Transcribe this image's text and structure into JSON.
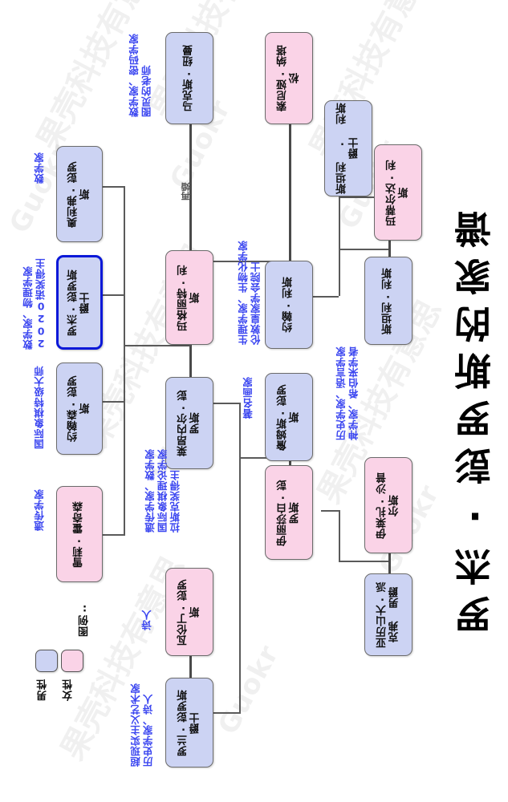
{
  "title": "罗杰·彭罗斯的家谱",
  "legend": {
    "label": "图例:",
    "male_label": "男性",
    "female_label": "女性",
    "male_color": "#ccd3f3",
    "female_color": "#fad3e7"
  },
  "colors": {
    "male": "#ccd3f3",
    "female": "#fad3e7",
    "highlight_border": "#0a18d8",
    "annotation": "#3b46f0",
    "line": "#5a5a5a"
  },
  "edge_labels": {
    "remarried": "再婚"
  },
  "people": [
    {
      "id": "max_newman",
      "name": "马克斯·纽曼",
      "sex": "male",
      "highlight": false
    },
    {
      "id": "sonia_natanson",
      "name": "索尼娅·纳塔\n松",
      "sex": "female",
      "highlight": false
    },
    {
      "id": "stanley_lees_sir",
      "name": "斯坦利 · 利斯\n爵士",
      "sex": "male",
      "highlight": false
    },
    {
      "id": "matilda_lees",
      "name": "玛蒂尔达·利\n斯",
      "sex": "female",
      "highlight": false
    },
    {
      "id": "oliver_penrose",
      "name": "奥利弗·彭罗\n斯",
      "sex": "male",
      "highlight": false
    },
    {
      "id": "roger_penrose",
      "name": "罗杰·彭罗斯\n爵士",
      "sex": "male",
      "highlight": true
    },
    {
      "id": "margaret_lees",
      "name": "玛格丽特·利\n斯",
      "sex": "female",
      "highlight": false
    },
    {
      "id": "john_lees",
      "name": "约翰·利斯",
      "sex": "male",
      "highlight": false
    },
    {
      "id": "stanley_lees",
      "name": "斯坦利·利斯",
      "sex": "male",
      "highlight": false
    },
    {
      "id": "jonathan_penrose",
      "name": "约翰森·彭罗\n斯",
      "sex": "male",
      "highlight": false
    },
    {
      "id": "lionel_penrose",
      "name": "莱昂内尔·彭\n罗斯",
      "sex": "male",
      "highlight": false
    },
    {
      "id": "james_penrose",
      "name": "詹姆斯·彭罗\n斯",
      "sex": "male",
      "highlight": false
    },
    {
      "id": "shirley_hodgson",
      "name": "雪莉·霍奇森",
      "sex": "female",
      "highlight": false
    },
    {
      "id": "elizabeth_penrose",
      "name": "伊丽莎白·彭\n罗斯",
      "sex": "female",
      "highlight": false
    },
    {
      "id": "eliza_sharples",
      "name": "伊莱扎·沙普\n尔斯",
      "sex": "female",
      "highlight": false
    },
    {
      "id": "alexander_peckover",
      "name": "亚历山大·派\n克弗 男爵",
      "sex": "male",
      "highlight": false
    },
    {
      "id": "valentine_penrose",
      "name": "瓦伦丁·彭罗\n斯",
      "sex": "female",
      "highlight": false
    },
    {
      "id": "roland_penrose",
      "name": "罗兰·彭罗斯\n爵士",
      "sex": "male",
      "highlight": false
    }
  ],
  "annotations": [
    {
      "id": "anno_max_newman",
      "text": "数学家、密码学家\n图灵的老师"
    },
    {
      "id": "anno_oliver_penrose",
      "text": "数学家"
    },
    {
      "id": "anno_roger_penrose",
      "text": "数学家、物理学家\n2020诺奖得主"
    },
    {
      "id": "anno_jonathan_penrose",
      "text": "国际象棋特级大师"
    },
    {
      "id": "anno_shirley_hodgson",
      "text": "遗传学家"
    },
    {
      "id": "anno_john_lees",
      "text": "生理学家、生物化学家\n伦敦皇家学会院士"
    },
    {
      "id": "anno_stanley_lees",
      "text": "历史学家、语言学家\n神学家、希伯来学者"
    },
    {
      "id": "anno_lionel_penrose",
      "text": "遗传学家、数学家\n国际象棋理论学家\n拉斯克奖得主"
    },
    {
      "id": "anno_james_penrose",
      "text": "著名画家"
    },
    {
      "id": "anno_valentine_penrose",
      "text": "诗人"
    },
    {
      "id": "anno_roland_penrose",
      "text": "超现实主义艺术家\n历史学家、诗人"
    }
  ],
  "watermarks": [
    "果壳科技有意思",
    "Guokr",
    "果壳科技有意思",
    "Guokr",
    "果壳科技有意思",
    "Guokr",
    "果壳科技有意思",
    "Guokr",
    "果壳科技有意思",
    "Guokr",
    "果壳科技有意思",
    "Guokr"
  ]
}
